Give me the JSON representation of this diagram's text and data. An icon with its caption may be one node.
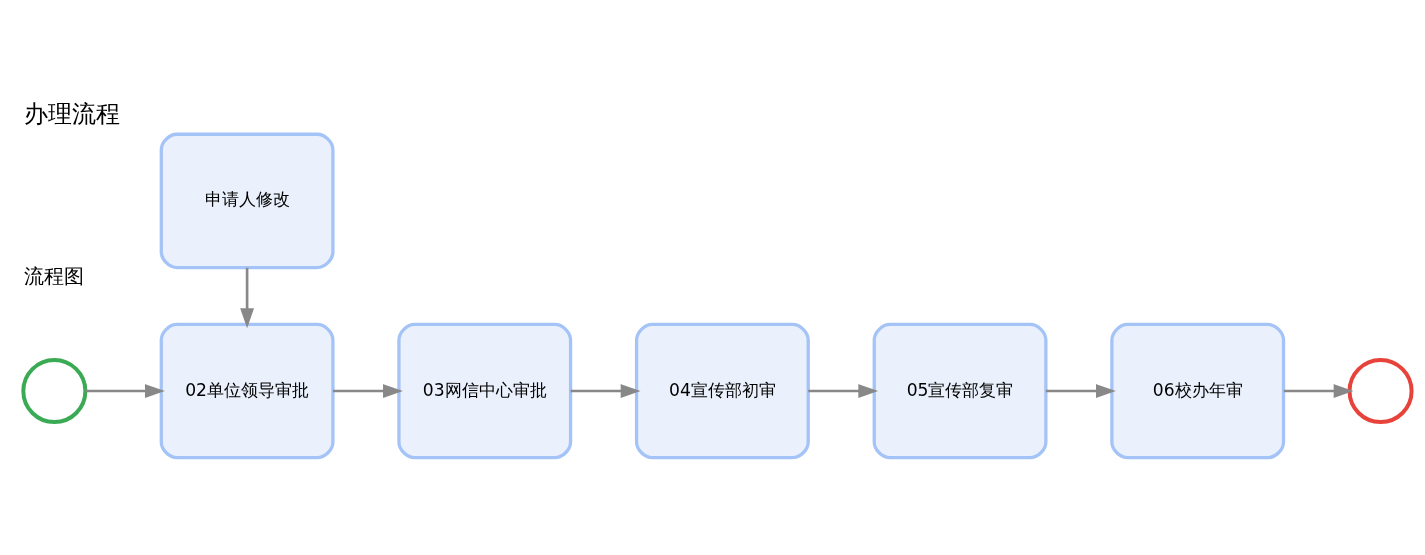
{
  "diagram": {
    "title": "办理流程",
    "nodes": [
      {
        "text": [],
        "shape": "circle"
      },
      {
        "text": [
          "02单位领导审批"
        ]
      },
      {
        "text": [
          "03网信中心审批"
        ]
      },
      {
        "text": [
          "04宣传部初审"
        ]
      },
      {
        "text": [
          "05宣传部复审"
        ]
      },
      {
        "text": [
          "06校办年审"
        ]
      },
      {
        "text": [],
        "shape": "circle"
      },
      {
        "text": [
          "申请人修改"
        ]
      }
    ],
    "edges": [
      {
        "from": 0,
        "to": 1,
        "arrow": "to"
      },
      {
        "from": 1,
        "to": 2,
        "arrow": "to"
      },
      {
        "from": 2,
        "to": 3,
        "arrow": "to"
      },
      {
        "from": 3,
        "to": 4,
        "arrow": "to"
      },
      {
        "from": 4,
        "to": 5,
        "arrow": "to"
      },
      {
        "from": 5,
        "to": 6,
        "arrow": "to"
      },
      {
        "from": 7,
        "to": 1,
        "arrow": "to"
      }
    ],
    "labels": [
      "流程图"
    ]
  }
}
